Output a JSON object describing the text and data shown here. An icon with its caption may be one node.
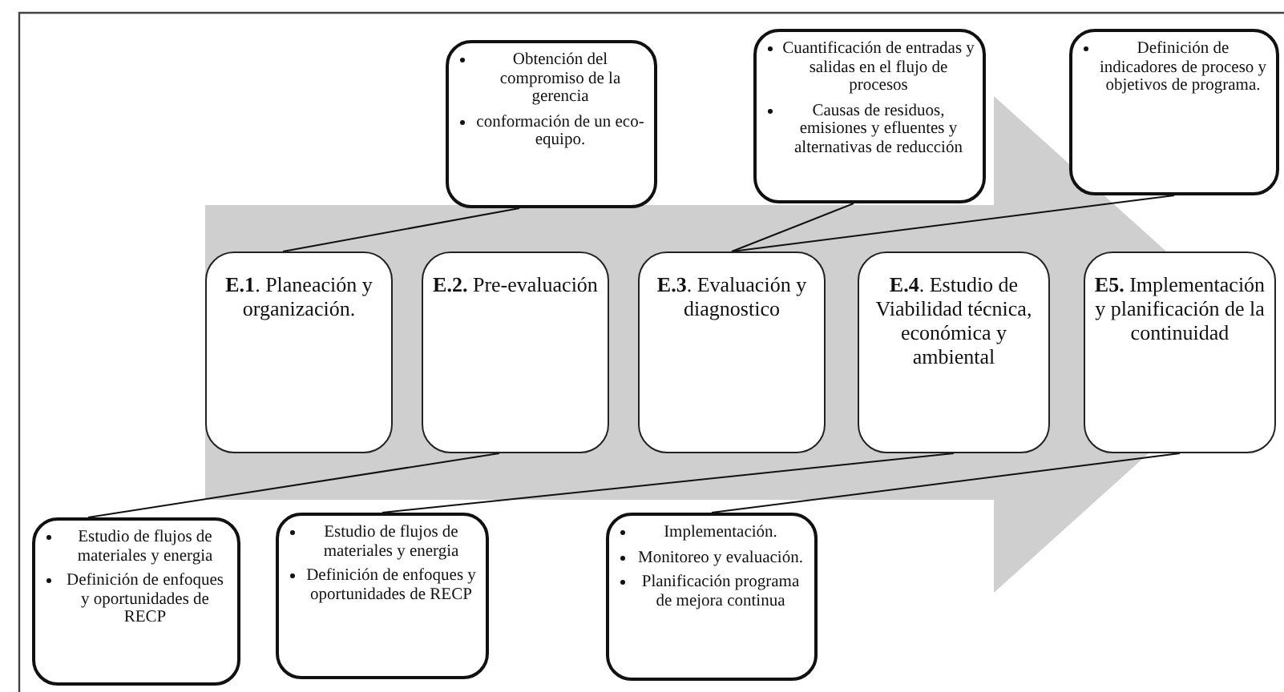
{
  "diagram": {
    "nodes": [
      {
        "text": [
          "Obtención del compromiso de la gerencia",
          "conformación de un eco-equipo."
        ]
      },
      {
        "text": [
          "Cuantificación de entradas y salidas en el flujo de procesos",
          "Causas de residuos, emisiones y efluentes y alternativas de reducción"
        ]
      },
      {
        "text": [
          "Definición de indicadores de proceso y objetivos de programa."
        ]
      },
      {
        "text": [
          "**E.1**. Planeación y organización."
        ]
      },
      {
        "text": [
          "**E.2.** Pre-evaluación"
        ]
      },
      {
        "text": [
          "**E.3**. Evaluación y diagnostico"
        ]
      },
      {
        "text": [
          "**E.4**. Estudio de Viabilidad técnica, económica y ambiental"
        ]
      },
      {
        "text": [
          "**E5.** Implementación y planificación de la continuidad"
        ]
      },
      {
        "text": [
          "Estudio de flujos de materiales y energia",
          "Definición de enfoques y oportunidades de RECP"
        ]
      },
      {
        "text": [
          "Estudio de flujos de materiales y energia",
          "Definición de enfoques y oportunidades de RECP"
        ]
      },
      {
        "text": [
          "Implementación.",
          "Monitoreo y evaluación.",
          "Planificación programa de mejora continua"
        ]
      }
    ],
    "edges": [
      {
        "from": 3,
        "to": 7,
        "arrow": "to",
        "style": "thick",
        "color": "#cfcfcf"
      },
      {
        "from": 0,
        "to": 3,
        "arrow": "none"
      },
      {
        "from": 1,
        "to": 5,
        "arrow": "none"
      },
      {
        "from": 2,
        "to": 5,
        "arrow": "none"
      },
      {
        "from": 8,
        "to": 4,
        "arrow": "none"
      },
      {
        "from": 9,
        "to": 6,
        "arrow": "none"
      },
      {
        "from": 10,
        "to": 7,
        "arrow": "none"
      }
    ]
  }
}
